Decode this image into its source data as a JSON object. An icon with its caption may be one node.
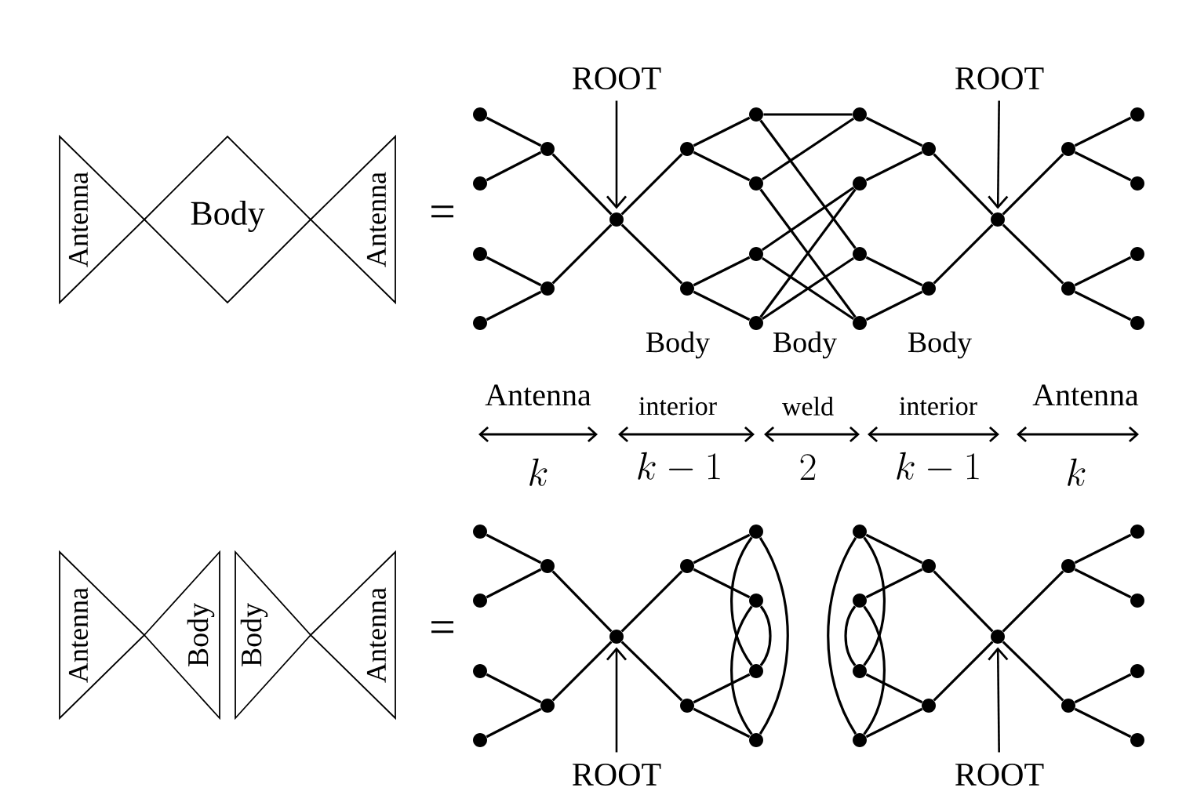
{
  "diagram": {
    "nodes": [
      {
        "text": [
          "Antenna"
        ]
      },
      {
        "text": [
          "Body"
        ]
      },
      {
        "text": [
          "Antenna"
        ]
      },
      {
        "text": [
          "ROOT"
        ]
      },
      {
        "text": [
          "ROOT"
        ]
      },
      {
        "text": [],
        "shape": "circle"
      },
      {
        "text": [],
        "shape": "circle"
      },
      {
        "text": [],
        "shape": "circle"
      },
      {
        "text": [],
        "shape": "circle"
      },
      {
        "text": [],
        "shape": "circle"
      },
      {
        "text": [],
        "shape": "circle"
      },
      {
        "text": [],
        "shape": "circle"
      },
      {
        "text": [],
        "shape": "circle"
      },
      {
        "text": [],
        "shape": "circle"
      },
      {
        "text": [],
        "shape": "circle"
      },
      {
        "text": [],
        "shape": "circle"
      },
      {
        "text": [],
        "shape": "circle"
      },
      {
        "text": [],
        "shape": "circle"
      },
      {
        "text": [],
        "shape": "circle"
      },
      {
        "text": [],
        "shape": "circle"
      },
      {
        "text": [],
        "shape": "circle"
      },
      {
        "text": [],
        "shape": "circle"
      },
      {
        "text": [],
        "shape": "circle"
      },
      {
        "text": [],
        "shape": "circle"
      },
      {
        "text": [],
        "shape": "circle"
      },
      {
        "text": [],
        "shape": "circle"
      },
      {
        "text": [],
        "shape": "circle"
      },
      {
        "text": [],
        "shape": "circle"
      },
      {
        "text": [],
        "shape": "circle"
      },
      {
        "text": [],
        "shape": "circle"
      },
      {
        "text": [],
        "shape": "circle"
      },
      {
        "text": [
          "Antenna"
        ]
      },
      {
        "text": [
          "Body"
        ]
      },
      {
        "text": [
          "Body"
        ]
      },
      {
        "text": [
          "Antenna"
        ]
      },
      {
        "text": [],
        "shape": "circle"
      },
      {
        "text": [],
        "shape": "circle"
      },
      {
        "text": [],
        "shape": "circle"
      },
      {
        "text": [],
        "shape": "circle"
      },
      {
        "text": [],
        "shape": "circle"
      },
      {
        "text": [],
        "shape": "circle"
      },
      {
        "text": [],
        "shape": "circle"
      },
      {
        "text": [],
        "shape": "circle"
      },
      {
        "text": [],
        "shape": "circle"
      },
      {
        "text": [],
        "shape": "circle"
      },
      {
        "text": [],
        "shape": "circle"
      },
      {
        "text": [],
        "shape": "circle"
      },
      {
        "text": [],
        "shape": "circle"
      },
      {
        "text": [],
        "shape": "circle"
      },
      {
        "text": [],
        "shape": "circle"
      },
      {
        "text": [],
        "shape": "circle"
      },
      {
        "text": [],
        "shape": "circle"
      },
      {
        "text": [],
        "shape": "circle"
      },
      {
        "text": [],
        "shape": "circle"
      },
      {
        "text": [],
        "shape": "circle"
      },
      {
        "text": [],
        "shape": "circle"
      },
      {
        "text": [],
        "shape": "circle"
      },
      {
        "text": [],
        "shape": "circle"
      },
      {
        "text": [],
        "shape": "circle"
      },
      {
        "text": [],
        "shape": "circle"
      },
      {
        "text": [],
        "shape": "circle"
      },
      {
        "text": [
          "ROOT"
        ]
      },
      {
        "text": [
          "ROOT"
        ]
      }
    ],
    "edges": [
      {
        "from": 5,
        "to": 9,
        "arrow": "none"
      },
      {
        "from": 6,
        "to": 9,
        "arrow": "none"
      },
      {
        "from": 7,
        "to": 10,
        "arrow": "none"
      },
      {
        "from": 8,
        "to": 10,
        "arrow": "none"
      },
      {
        "from": 9,
        "to": 11,
        "arrow": "none"
      },
      {
        "from": 10,
        "to": 11,
        "arrow": "none"
      },
      {
        "from": 11,
        "to": 12,
        "arrow": "none"
      },
      {
        "from": 11,
        "to": 13,
        "arrow": "none"
      },
      {
        "from": 12,
        "to": 14,
        "arrow": "none"
      },
      {
        "from": 12,
        "to": 15,
        "arrow": "none"
      },
      {
        "from": 13,
        "to": 16,
        "arrow": "none"
      },
      {
        "from": 13,
        "to": 17,
        "arrow": "none"
      },
      {
        "from": 18,
        "to": 22,
        "arrow": "none"
      },
      {
        "from": 19,
        "to": 22,
        "arrow": "none"
      },
      {
        "from": 20,
        "to": 23,
        "arrow": "none"
      },
      {
        "from": 21,
        "to": 23,
        "arrow": "none"
      },
      {
        "from": 22,
        "to": 24,
        "arrow": "none"
      },
      {
        "from": 23,
        "to": 24,
        "arrow": "none"
      },
      {
        "from": 24,
        "to": 25,
        "arrow": "none"
      },
      {
        "from": 24,
        "to": 26,
        "arrow": "none"
      },
      {
        "from": 25,
        "to": 27,
        "arrow": "none"
      },
      {
        "from": 25,
        "to": 28,
        "arrow": "none"
      },
      {
        "from": 26,
        "to": 29,
        "arrow": "none"
      },
      {
        "from": 26,
        "to": 30,
        "arrow": "none"
      },
      {
        "from": 14,
        "to": 18,
        "arrow": "none"
      },
      {
        "from": 14,
        "to": 20,
        "arrow": "none"
      },
      {
        "from": 15,
        "to": 18,
        "arrow": "none"
      },
      {
        "from": 15,
        "to": 21,
        "arrow": "none"
      },
      {
        "from": 16,
        "to": 19,
        "arrow": "none"
      },
      {
        "from": 16,
        "to": 21,
        "arrow": "none"
      },
      {
        "from": 17,
        "to": 19,
        "arrow": "none"
      },
      {
        "from": 17,
        "to": 20,
        "arrow": "none"
      },
      {
        "from": 3,
        "to": 11,
        "arrow": "to"
      },
      {
        "from": 4,
        "to": 24,
        "arrow": "to"
      },
      {
        "from": 35,
        "to": 39,
        "arrow": "none"
      },
      {
        "from": 36,
        "to": 39,
        "arrow": "none"
      },
      {
        "from": 37,
        "to": 40,
        "arrow": "none"
      },
      {
        "from": 38,
        "to": 40,
        "arrow": "none"
      },
      {
        "from": 39,
        "to": 41,
        "arrow": "none"
      },
      {
        "from": 40,
        "to": 41,
        "arrow": "none"
      },
      {
        "from": 41,
        "to": 42,
        "arrow": "none"
      },
      {
        "from": 41,
        "to": 43,
        "arrow": "none"
      },
      {
        "from": 42,
        "to": 44,
        "arrow": "none"
      },
      {
        "from": 42,
        "to": 45,
        "arrow": "none"
      },
      {
        "from": 43,
        "to": 46,
        "arrow": "none"
      },
      {
        "from": 43,
        "to": 47,
        "arrow": "none"
      },
      {
        "from": 48,
        "to": 52,
        "arrow": "none"
      },
      {
        "from": 49,
        "to": 52,
        "arrow": "none"
      },
      {
        "from": 50,
        "to": 53,
        "arrow": "none"
      },
      {
        "from": 51,
        "to": 53,
        "arrow": "none"
      },
      {
        "from": 52,
        "to": 54,
        "arrow": "none"
      },
      {
        "from": 53,
        "to": 54,
        "arrow": "none"
      },
      {
        "from": 54,
        "to": 55,
        "arrow": "none"
      },
      {
        "from": 54,
        "to": 56,
        "arrow": "none"
      },
      {
        "from": 55,
        "to": 57,
        "arrow": "none"
      },
      {
        "from": 55,
        "to": 58,
        "arrow": "none"
      },
      {
        "from": 56,
        "to": 59,
        "arrow": "none"
      },
      {
        "from": 56,
        "to": 60,
        "arrow": "none"
      },
      {
        "from": 44,
        "to": 47,
        "arrow": "none"
      },
      {
        "from": 44,
        "to": 46,
        "arrow": "none"
      },
      {
        "from": 45,
        "to": 47,
        "arrow": "none"
      },
      {
        "from": 45,
        "to": 46,
        "arrow": "none"
      },
      {
        "from": 48,
        "to": 51,
        "arrow": "none"
      },
      {
        "from": 48,
        "to": 50,
        "arrow": "none"
      },
      {
        "from": 49,
        "to": 51,
        "arrow": "none"
      },
      {
        "from": 49,
        "to": 50,
        "arrow": "none"
      },
      {
        "from": 61,
        "to": 41,
        "arrow": "to"
      },
      {
        "from": 62,
        "to": 54,
        "arrow": "to"
      }
    ],
    "labels": [
      "=",
      "Body",
      "Body",
      "Body",
      "Antenna",
      "interior",
      "weld",
      "interior",
      "Antenna",
      "k",
      "k - 1",
      "2",
      "k - 1",
      "k",
      "="
    ]
  }
}
